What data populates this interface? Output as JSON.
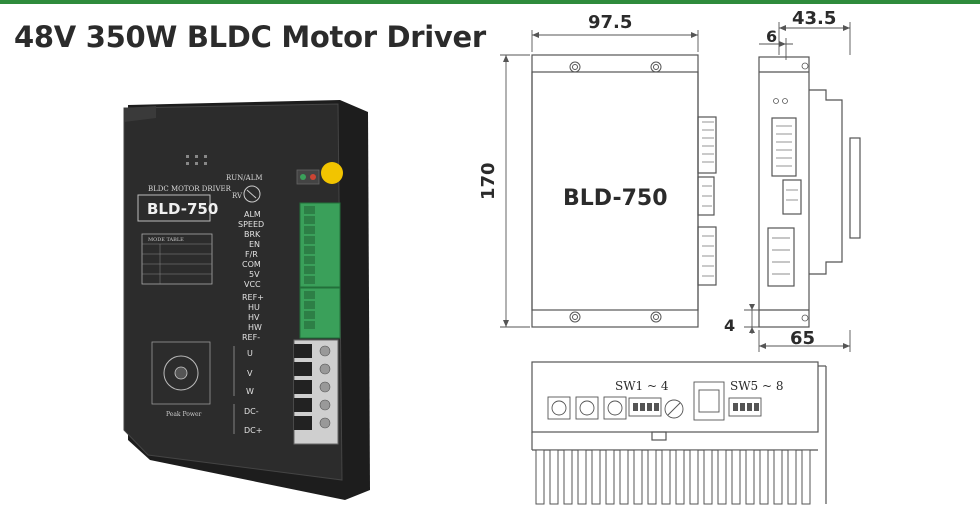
{
  "title": "48V 350W BLDC Motor Driver",
  "colors": {
    "accent_bar": "#2e8b3c",
    "terminal_green": "#3aa05a",
    "housing": "#2a2a2a",
    "drawing_line": "#555555"
  },
  "photo": {
    "brand_label": "BLDC MOTOR DRIVER",
    "model": "BLD-750",
    "run_alm": "RUN/ALM",
    "rv": "RV",
    "mode_table": "MODE TABLE",
    "peak_power": "Peak Power",
    "signal_terminals": [
      "ALM",
      "SPEED",
      "BRK",
      "EN",
      "F/R",
      "COM",
      "5V",
      "VCC"
    ],
    "hall_terminals": [
      "REF+",
      "HU",
      "HV",
      "HW",
      "REF-"
    ],
    "motor_terminals": [
      "U",
      "V",
      "W"
    ],
    "power_terminals": [
      "DC-",
      "DC+"
    ]
  },
  "drawing": {
    "front_model": "BLD-750",
    "dim_width": "97.5",
    "dim_height": "170",
    "dim_depth_total": "43.5",
    "dim_offset_top": "6",
    "dim_offset_bottom": "4",
    "dim_depth_base": "65",
    "sw_left": "SW1 ~ 4",
    "sw_right": "SW5 ~ 8"
  }
}
